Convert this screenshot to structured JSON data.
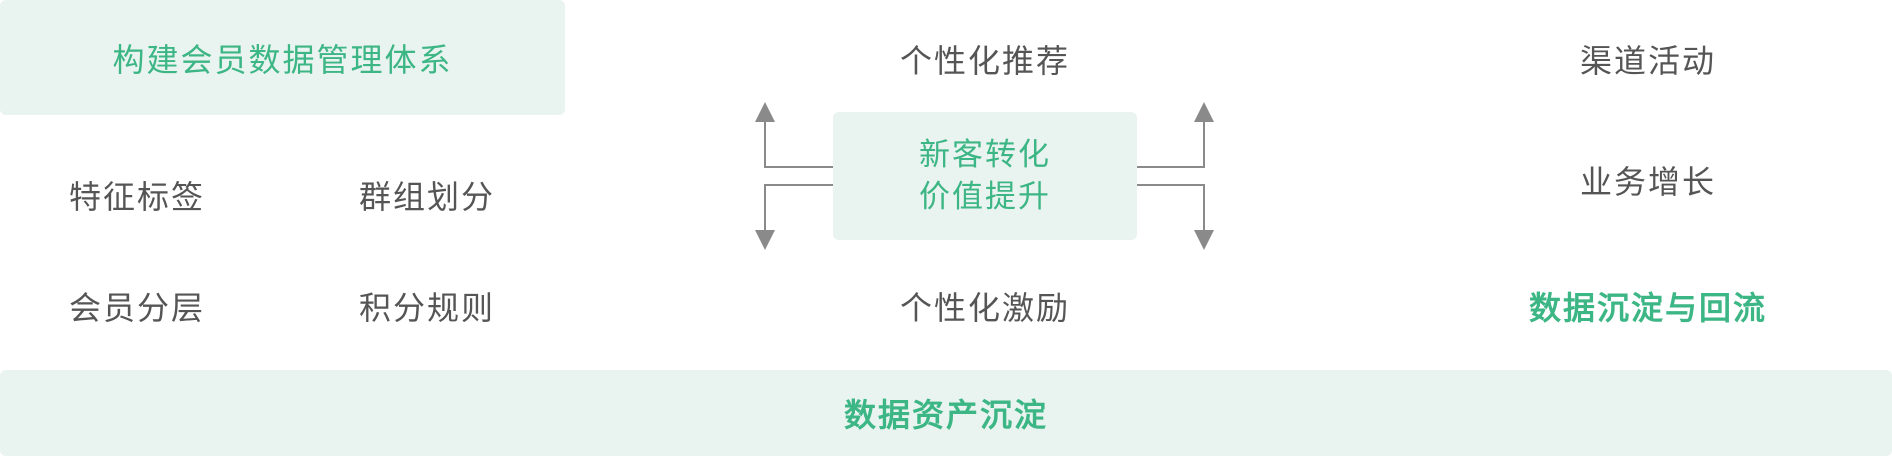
{
  "header": {
    "system_title": "构建会员数据管理体系"
  },
  "left": {
    "items": [
      "特征标签",
      "群组划分",
      "会员分层",
      "积分规则"
    ]
  },
  "center": {
    "top": "个性化推荐",
    "box_line1": "新客转化",
    "box_line2": "价值提升",
    "bottom": "个性化激励"
  },
  "right": {
    "top": "渠道活动",
    "middle": "业务增长",
    "bottom": "数据沉淀与回流"
  },
  "footer": {
    "bar_label": "数据资产沉淀"
  },
  "colors": {
    "accent": "#3db686",
    "panel_bg": "#e9f3ef",
    "text": "#555555",
    "arrow": "#8a8a8a"
  }
}
